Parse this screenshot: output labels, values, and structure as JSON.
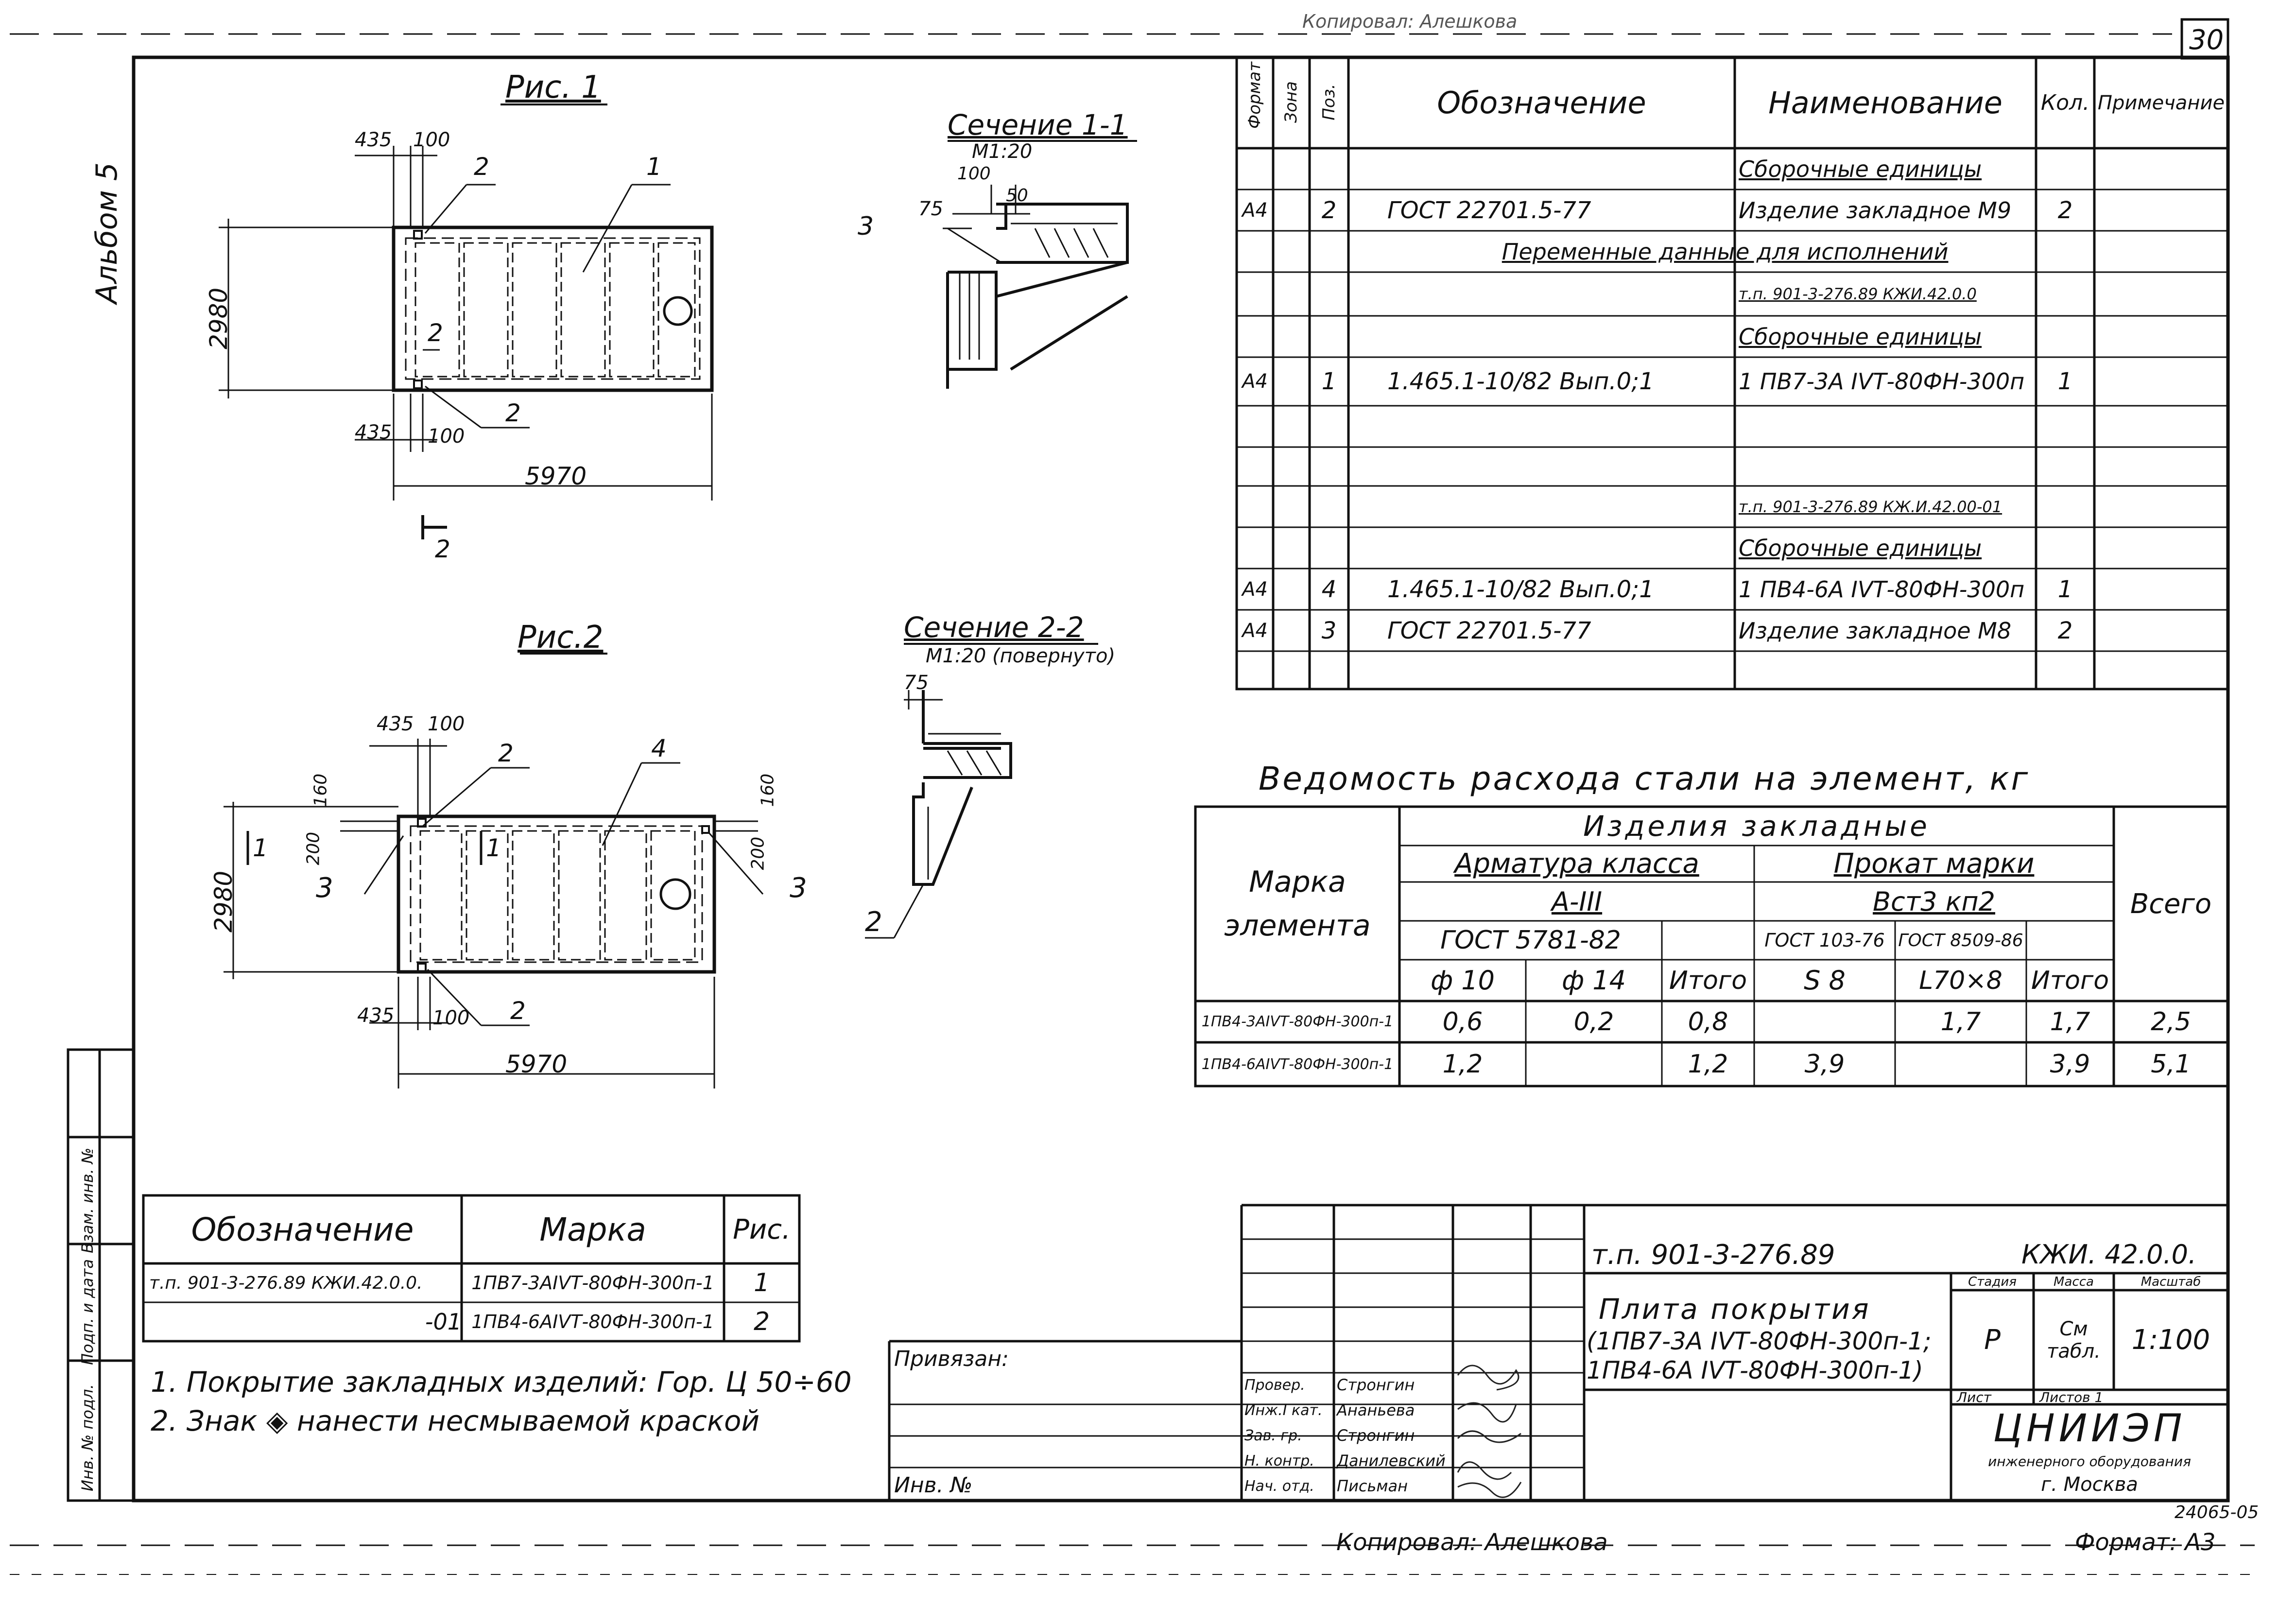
{
  "sheet": {
    "number": "30",
    "album": "Альбом 5",
    "top_stamp": "Копировал: Алешкова",
    "bottom_copy": "Копировал: Алешкова",
    "format": "Формат: А3",
    "archive_no": "24065-05"
  },
  "fig1": {
    "title": "Рис. 1",
    "dims": {
      "d435a": "435",
      "d100a": "100",
      "d2980": "2980",
      "d435b": "435",
      "d100b": "100",
      "d5970": "5970"
    },
    "labels": {
      "l1": "1",
      "l2a": "2",
      "l2b": "2",
      "l2c": "2",
      "section_mark": "2"
    }
  },
  "section11": {
    "title": "Сечение 1-1",
    "scale": "М1:20",
    "d100": "100",
    "d75": "75",
    "d50": "50",
    "l3": "3"
  },
  "fig2": {
    "title": "Рис.2",
    "dims": {
      "d435a": "435",
      "d100a": "100",
      "d160a": "160",
      "d200a": "200",
      "d2980": "2980",
      "d160b": "160",
      "d200b": "200",
      "d435b": "435",
      "d100b": "100",
      "d5970": "5970"
    },
    "labels": {
      "l4": "4",
      "l2a": "2",
      "l2b": "2",
      "l3a": "3",
      "l3b": "3",
      "sec1": "1",
      "sec1b": "1"
    }
  },
  "section22": {
    "title": "Сечение 2-2",
    "scale": "М1:20 (повернуто)",
    "d75": "75",
    "l2": "2"
  },
  "spec": {
    "headers": {
      "format": "Формат",
      "zone": "Зона",
      "pos": "Поз.",
      "designation": "Обозначение",
      "name": "Наименование",
      "qty": "Кол.",
      "note": "Примечание"
    },
    "rows": [
      {
        "format": "",
        "pos": "",
        "designation": "",
        "name": "Сборочные единицы",
        "qty": "",
        "name_ul": true
      },
      {
        "format": "А4",
        "pos": "2",
        "designation": "ГОСТ 22701.5-77",
        "name": "Изделие закладное М9",
        "qty": "2"
      },
      {
        "format": "",
        "pos": "",
        "designation": "Переменные данны",
        "name": "е  для исполнений",
        "qty": "",
        "span": true
      },
      {
        "format": "",
        "pos": "",
        "designation": "",
        "name": "т.п. 901-3-276.89 КЖИ.42.0.0",
        "qty": "",
        "name_ul": true,
        "small": true
      },
      {
        "format": "",
        "pos": "",
        "designation": "",
        "name": "Сборочные единицы",
        "qty": "",
        "name_ul": true
      },
      {
        "format": "А4",
        "pos": "1",
        "designation": "1.465.1-10/82   Вып.0;1",
        "name": "1 ПВ7-3А IVТ-80ФН-300п",
        "qty": "1"
      },
      {
        "format": "",
        "pos": "",
        "designation": "",
        "name": "",
        "qty": ""
      },
      {
        "format": "",
        "pos": "",
        "designation": "",
        "name": "",
        "qty": ""
      },
      {
        "format": "",
        "pos": "",
        "designation": "",
        "name": "т.п. 901-3-276.89 КЖ.И.42.00-01",
        "qty": "",
        "name_ul": true,
        "small": true
      },
      {
        "format": "",
        "pos": "",
        "designation": "",
        "name": "Сборочные единицы",
        "qty": "",
        "name_ul": true
      },
      {
        "format": "А4",
        "pos": "4",
        "designation": "1.465.1-10/82   Вып.0;1",
        "name": "1 ПВ4-6А IVТ-80ФН-300п",
        "qty": "1"
      },
      {
        "format": "А4",
        "pos": "3",
        "designation": "ГОСТ 22701.5-77",
        "name": "Изделие закладное М8",
        "qty": "2"
      },
      {
        "format": "",
        "pos": "",
        "designation": "",
        "name": "",
        "qty": ""
      }
    ]
  },
  "steel": {
    "title": "Ведомость расхода стали на элемент, кг",
    "h_mark": "Марка элемента",
    "h_items": "Изделия закладные",
    "h_rebar": "Арматура класса",
    "h_rebar_cls": "А-III",
    "h_rebar_std": "ГОСТ 5781-82",
    "h_rolled": "Прокат марки",
    "h_rolled_grade": "Вст3 кп2",
    "h_rolled_std1": "ГОСТ 103-76",
    "h_rolled_std2": "ГОСТ 8509-86",
    "h_total": "Всего",
    "h_d10": "ф 10",
    "h_d14": "ф 14",
    "h_sum": "Итого",
    "h_s8": "S 8",
    "h_l70": "L70×8",
    "h_sum2": "Итого",
    "rows": [
      {
        "mark": "1ПВ4-3АIVТ-80ФН-300п-1",
        "d10": "0,6",
        "d14": "0,2",
        "sum1": "0,8",
        "s8": "",
        "l70": "1,7",
        "sum2": "1,7",
        "total": "2,5"
      },
      {
        "mark": "1ПВ4-6АIVТ-80ФН-300п-1",
        "d10": "1,2",
        "d14": "",
        "sum1": "1,2",
        "s8": "3,9",
        "l70": "",
        "sum2": "3,9",
        "total": "5,1"
      }
    ]
  },
  "variants": {
    "h_designation": "Обозначение",
    "h_mark": "Марка",
    "h_fig": "Рис.",
    "rows": [
      {
        "designation": "т.п. 901-3-276.89 КЖИ.42.0.0.",
        "mark": "1ПВ7-3АIVТ-80ФН-300п-1",
        "fig": "1"
      },
      {
        "designation": "-01",
        "mark": "1ПВ4-6АIVТ-80ФН-300п-1",
        "fig": "2"
      }
    ]
  },
  "notes": [
    "1. Покрытие закладных изделий: Гор. Ц 50÷60",
    "2. Знак  ◈  нанести несмываемой краской"
  ],
  "side_columns": [
    "Инв. № подл.",
    "Подп. и дата",
    "Взам. инв. №"
  ],
  "title_block": {
    "attached": "Привязан:",
    "inv": "Инв. №",
    "code": "т.п. 901-3-276.89",
    "doc": "КЖИ. 42.0.0.",
    "product_line1": "Плита покрытия",
    "product_line2": "(1ПВ7-3А IVТ-80ФН-300п-1;",
    "product_line3": "1ПВ4-6А IVТ-80ФН-300п-1)",
    "stage_h": "Стадия",
    "mass_h": "Масса",
    "scale_h": "Масштаб",
    "stage": "Р",
    "mass": "См табл.",
    "scale": "1:100",
    "sheet_h": "Лист",
    "sheets_h": "Листов 1",
    "org": "ЦНИИЭП",
    "org2": "инженерного оборудования",
    "city": "г. Москва",
    "staff": [
      {
        "role": "Провер.",
        "name": "Стронгин"
      },
      {
        "role": "Инж.I кат.",
        "name": "Ананьева"
      },
      {
        "role": "Зав. гр.",
        "name": "Стронгин"
      },
      {
        "role": "Н. контр.",
        "name": "Данилевский"
      },
      {
        "role": "Нач. отд.",
        "name": "Письман"
      }
    ]
  }
}
